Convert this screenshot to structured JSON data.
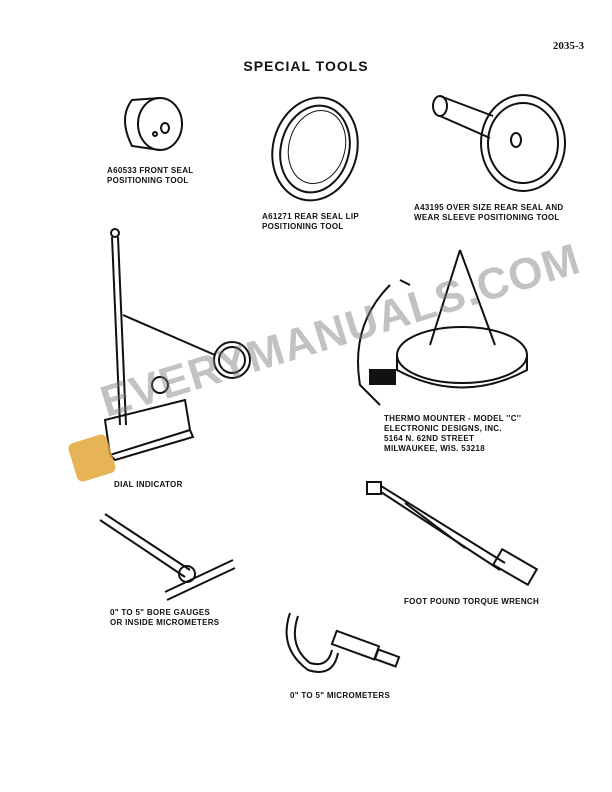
{
  "page_number": "2035-3",
  "title": "SPECIAL TOOLS",
  "tools": [
    {
      "label": "A60533 FRONT SEAL\nPOSITIONING TOOL"
    },
    {
      "label": "A61271 REAR SEAL LIP\nPOSITIONING TOOL"
    },
    {
      "label": "A43195 OVER SIZE REAR SEAL AND\nWEAR SLEEVE POSITIONING TOOL"
    },
    {
      "label": "THERMO MOUNTER - MODEL ''C''\nELECTRONIC DESIGNS, INC.\n5164 N. 62ND STREET\nMILWAUKEE, WIS. 53218"
    },
    {
      "label": "DIAL INDICATOR"
    },
    {
      "label": "0\" TO 5\" BORE GAUGES\nOR INSIDE MICROMETERS"
    },
    {
      "label": "FOOT POUND TORQUE WRENCH"
    },
    {
      "label": "0\" TO 5\" MICROMETERS"
    }
  ],
  "watermark": "EVERYMANUALS.COM"
}
